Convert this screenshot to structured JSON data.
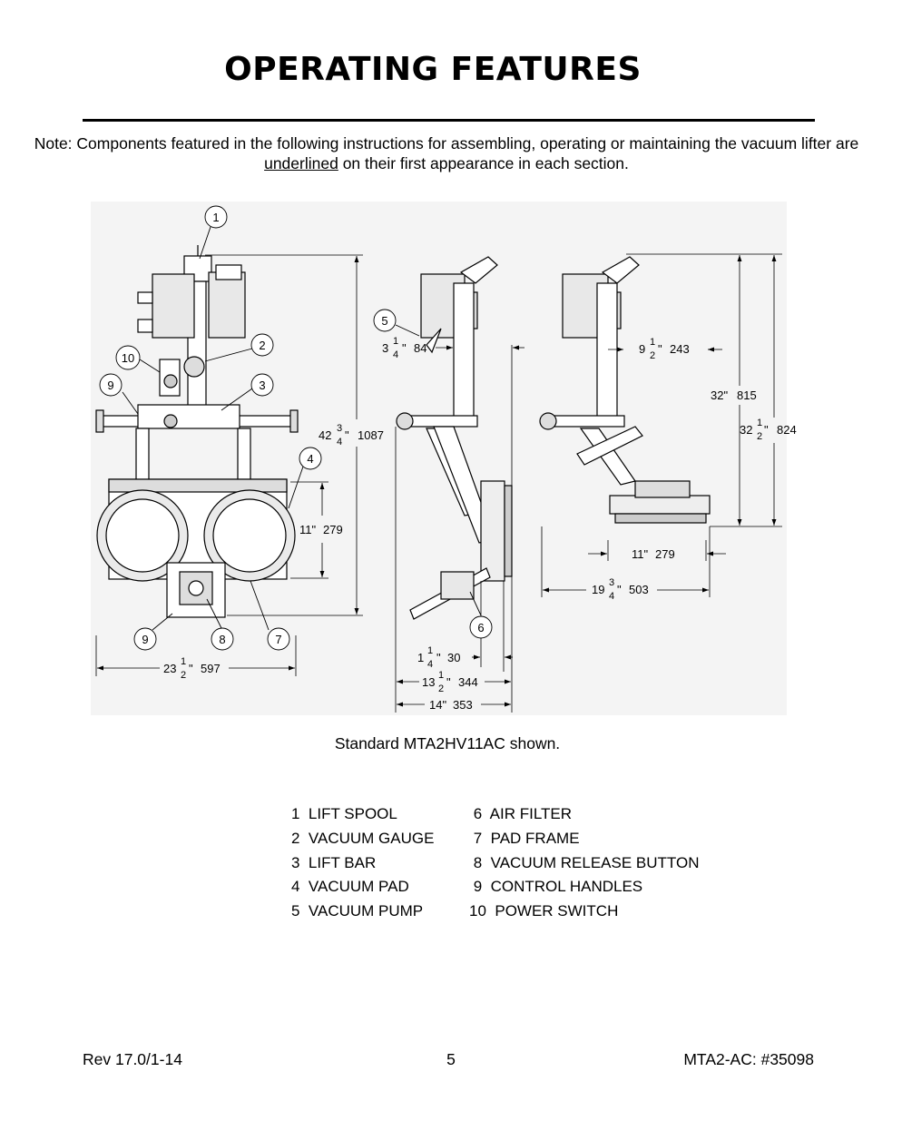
{
  "page": {
    "title": "OPERATING FEATURES",
    "note_before": "Note:  Components featured in the following instructions for assembling, operating or maintaining the vacuum lifter are ",
    "note_underlined": "underlined",
    "note_after": " on their first appearance in each section.",
    "caption": "Standard MTA2HV11AC shown."
  },
  "callouts": [
    "1",
    "2",
    "10",
    "9",
    "3",
    "4",
    "5",
    "9",
    "8",
    "7",
    "6"
  ],
  "dimensions": {
    "d_42_whole": "42",
    "d_42_num": "3",
    "d_42_den": "4",
    "d_42_mm": "1087",
    "d_11_front": "11\"",
    "d_11_front_mm": "279",
    "d_23_whole": "23",
    "d_23_num": "1",
    "d_23_den": "2",
    "d_23_mm": "597",
    "d_3_whole": "3",
    "d_3_num": "1",
    "d_3_den": "4",
    "d_3_mm": "84",
    "d_1_whole": "1",
    "d_1_num": "1",
    "d_1_den": "4",
    "d_1_mm": "30",
    "d_13_whole": "13",
    "d_13_num": "1",
    "d_13_den": "2",
    "d_13_mm": "344",
    "d_14": "14\"",
    "d_14_mm": "353",
    "d_9_whole": "9",
    "d_9_num": "1",
    "d_9_den": "2",
    "d_9_mm": "243",
    "d_32": "32\"",
    "d_32_mm": "815",
    "d_32h_whole": "32",
    "d_32h_num": "1",
    "d_32h_den": "2",
    "d_32h_mm": "824",
    "d_11_side": "11\"",
    "d_11_side_mm": "279",
    "d_19_whole": "19",
    "d_19_num": "3",
    "d_19_den": "4",
    "d_19_mm": "503"
  },
  "legend": {
    "col1": [
      "1  LIFT SPOOL",
      "2  VACUUM GAUGE",
      "3  LIFT BAR",
      "4  VACUUM PAD",
      "5  VACUUM PUMP"
    ],
    "col2": [
      " 6  AIR FILTER",
      " 7  PAD FRAME",
      " 8  VACUUM RELEASE BUTTON",
      " 9  CONTROL HANDLES",
      "10  POWER SWITCH"
    ]
  },
  "footer": {
    "left": "Rev 17.0/1-14",
    "center": "5",
    "right": "MTA2-AC: #35098"
  }
}
